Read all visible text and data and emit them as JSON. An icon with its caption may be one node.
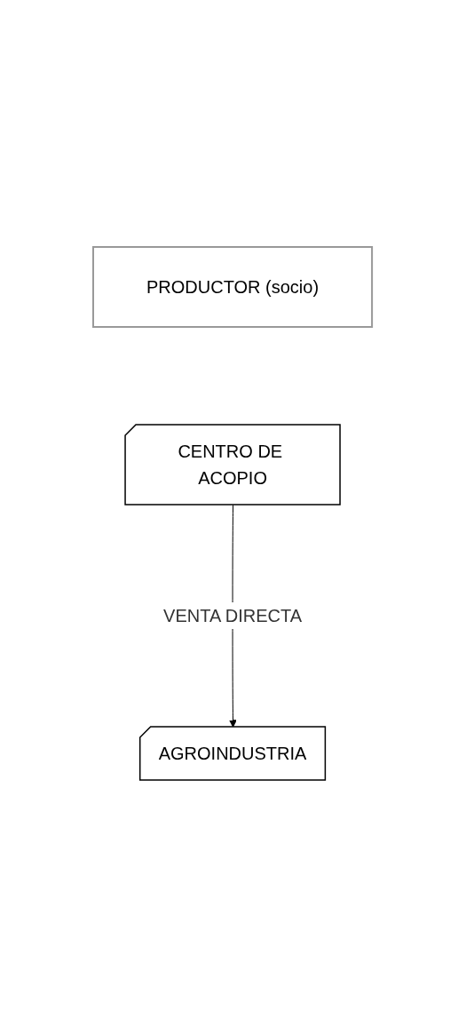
{
  "diagram": {
    "nodes": [
      {
        "text": [
          "PRODUCTOR (socio)"
        ]
      },
      {
        "text": [
          "CENTRO DE ACOPIO"
        ]
      },
      {
        "text": [
          "AGROINDUSTRIA"
        ]
      }
    ],
    "edges": [
      {
        "from": 1,
        "to": 2,
        "arrow": "to",
        "label": "VENTA DIRECTA"
      }
    ]
  }
}
